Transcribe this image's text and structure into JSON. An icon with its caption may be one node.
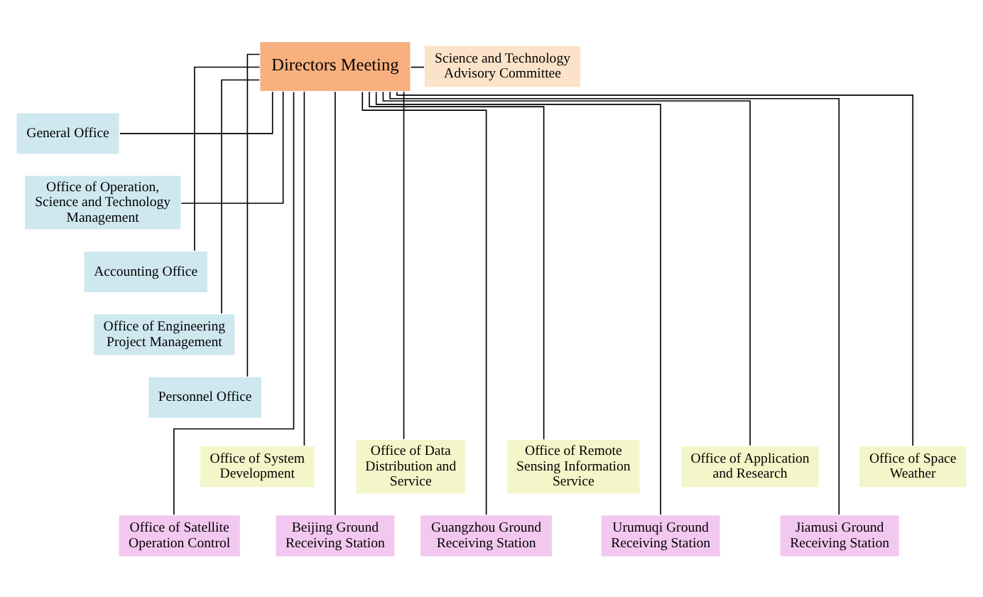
{
  "diagram": {
    "nodes": [
      {
        "text": [
          "Directors Meeting"
        ]
      },
      {
        "text": [
          "Science and Technology Advisory Committee"
        ]
      },
      {
        "text": [
          "General Office"
        ]
      },
      {
        "text": [
          "Office of Operation, Science and Technology Management"
        ]
      },
      {
        "text": [
          "Accounting Office"
        ]
      },
      {
        "text": [
          "Office of Engineering Project Management"
        ]
      },
      {
        "text": [
          "Personnel Office"
        ]
      },
      {
        "text": [
          "Office of Satellite Operation Control"
        ]
      },
      {
        "text": [
          "Office of System Development"
        ]
      },
      {
        "text": [
          "Beijing Ground Receiving Station"
        ]
      },
      {
        "text": [
          "Office of Data Distribution and Service"
        ]
      },
      {
        "text": [
          "Guangzhou Ground Receiving Station"
        ]
      },
      {
        "text": [
          "Office of Remote Sensing Information Service"
        ]
      },
      {
        "text": [
          "Urumuqi Ground Receiving Station"
        ]
      },
      {
        "text": [
          "Office of Application and Research"
        ]
      },
      {
        "text": [
          "Jiamusi Ground Receiving Station"
        ]
      },
      {
        "text": [
          "Office of Space Weather"
        ]
      }
    ],
    "edges": [
      {
        "from": 0,
        "to": 1,
        "arrow": "none"
      },
      {
        "from": 0,
        "to": 2,
        "arrow": "none"
      },
      {
        "from": 0,
        "to": 3,
        "arrow": "none"
      },
      {
        "from": 0,
        "to": 4,
        "arrow": "none"
      },
      {
        "from": 0,
        "to": 5,
        "arrow": "none"
      },
      {
        "from": 0,
        "to": 6,
        "arrow": "none"
      },
      {
        "from": 0,
        "to": 7,
        "arrow": "none"
      },
      {
        "from": 0,
        "to": 8,
        "arrow": "none"
      },
      {
        "from": 0,
        "to": 9,
        "arrow": "none"
      },
      {
        "from": 0,
        "to": 10,
        "arrow": "none"
      },
      {
        "from": 0,
        "to": 11,
        "arrow": "none"
      },
      {
        "from": 0,
        "to": 12,
        "arrow": "none"
      },
      {
        "from": 0,
        "to": 13,
        "arrow": "none"
      },
      {
        "from": 0,
        "to": 14,
        "arrow": "none"
      },
      {
        "from": 0,
        "to": 15,
        "arrow": "none"
      },
      {
        "from": 0,
        "to": 16,
        "arrow": "none"
      }
    ]
  }
}
